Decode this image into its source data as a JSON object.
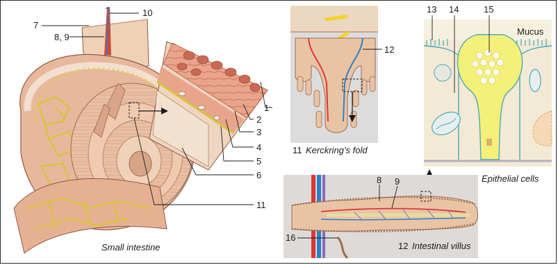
{
  "labels": {
    "n1": "1",
    "n2": "2",
    "n3": "3",
    "n4": "4",
    "n5": "5",
    "n6": "6",
    "n7": "7",
    "n8_9": "8, 9",
    "n10": "10",
    "n11": "11",
    "n12": "12",
    "n13": "13",
    "n14": "14",
    "n15": "15",
    "n16": "16",
    "villus_8": "8",
    "villus_9": "9",
    "mucus": "Mucus"
  },
  "captions": {
    "small_intestine": "Small intestine",
    "kerckring_num": "11",
    "kerckring_text": "Kerckring’s fold",
    "villus_num": "12",
    "villus_text": "Intestinal villus",
    "epithelial": "Epithelial cells"
  },
  "colors": {
    "muscle": "#d98a6e",
    "muscle_dark": "#b45a45",
    "serosa": "#f2d6bf",
    "mucosa": "#e6bfa6",
    "fat": "#e3d23a",
    "nerve": "#c9b84a",
    "artery": "#d9383a",
    "vein": "#2f7fc4",
    "lymph": "#8a6bbf",
    "panel_bg": "#dedad7",
    "cell_bg": "#f3ead6",
    "goblet": "#f4f07a"
  }
}
